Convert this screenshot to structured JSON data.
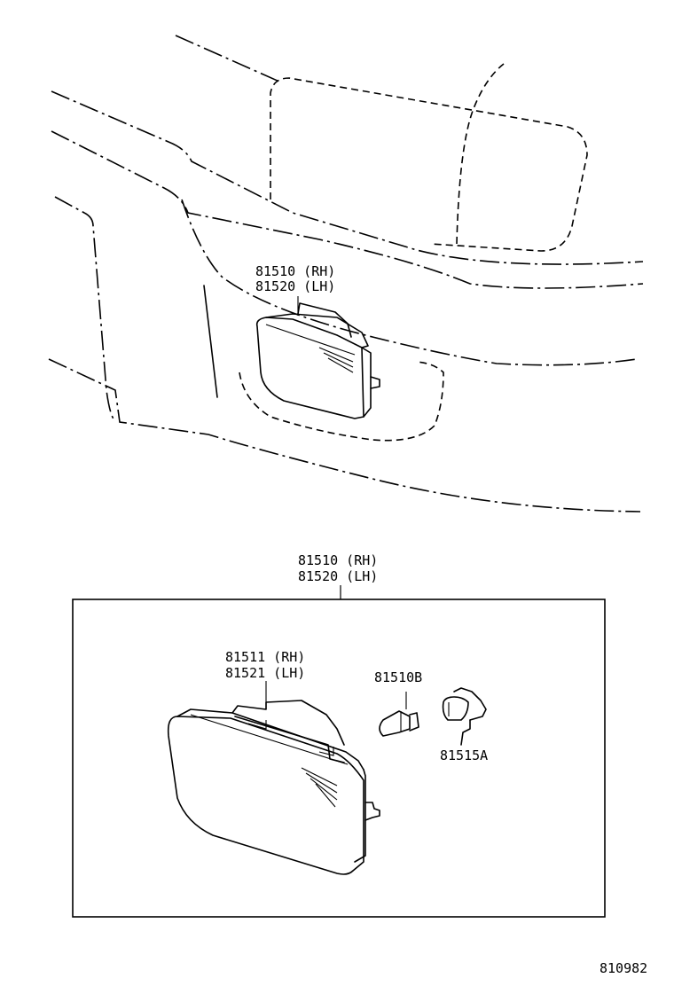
{
  "vehicle_callout": {
    "rh": "81510 (RH)",
    "lh": "81520 (LH)"
  },
  "assembly_callout": {
    "rh": "81510 (RH)",
    "lh": "81520 (LH)"
  },
  "lens_callout": {
    "rh": "81511 (RH)",
    "lh": "81521 (LH)"
  },
  "bulb_part": "81510B",
  "socket_part": "81515A",
  "diagram_number": "810982"
}
